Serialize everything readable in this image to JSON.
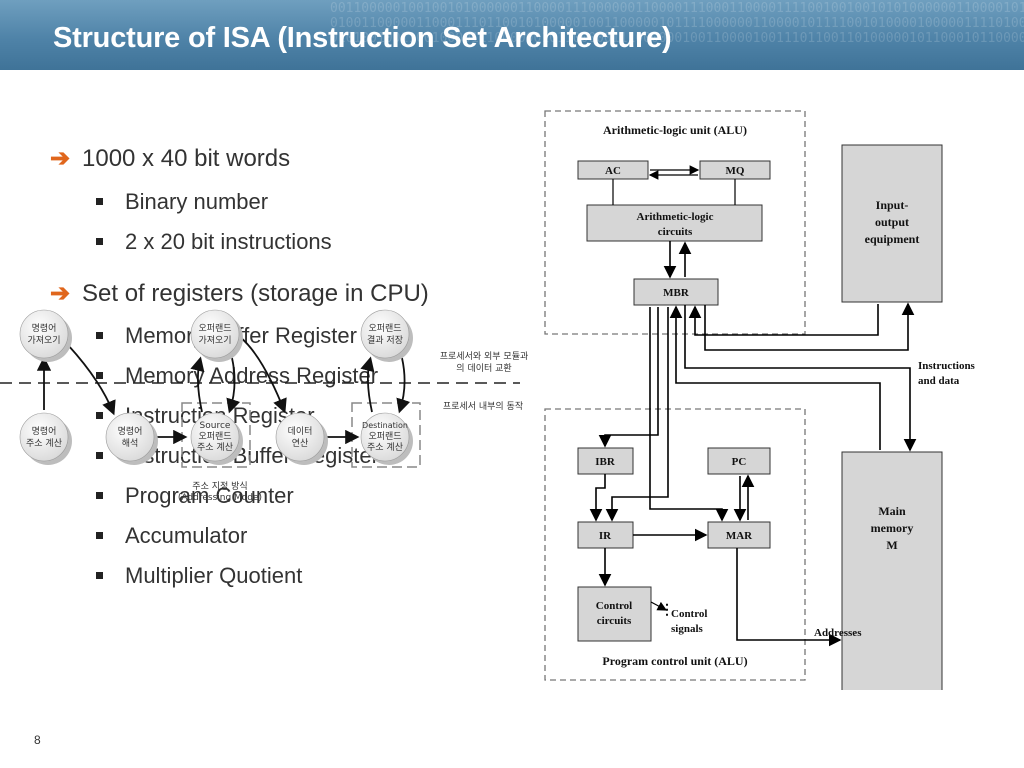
{
  "slide": {
    "title": "Structure of ISA (Instruction Set Architecture)",
    "page_number": "8",
    "binary_background": [
      "0011000001001001010000001100001110000001100001110001100001111001001001010100000011000010111001001100101001000000111001001100101011",
      "0100110000011000111011001010000010011000001011110000001100001011110010100001000001111010011000100101111100011100010010110011010110",
      "0101001001100100001110000001011000001110000001001100001001110110011010000010110001011000011000010000000110000010110000100110001100"
    ]
  },
  "bullets": [
    {
      "text": "1000 x 40 bit words",
      "sub": [
        "Binary number",
        "2 x 20 bit instructions"
      ]
    },
    {
      "text": "Set of registers (storage in CPU)",
      "sub": [
        "Memory Buffer Register",
        "Memory Address Register",
        "Instruction Register",
        "Instruction Buffer Register",
        "Program Counter",
        "Accumulator",
        "Multiplier Quotient"
      ]
    }
  ],
  "cycle_diagram": {
    "top_nodes": [
      {
        "line1": "명령어",
        "line2": "가져오기"
      },
      {
        "line1": "오퍼랜드",
        "line2": "가져오기"
      },
      {
        "line1": "오퍼랜드",
        "line2": "결과 저장"
      }
    ],
    "bottom_nodes": [
      {
        "line1": "명령어",
        "line2": "주소 계산"
      },
      {
        "line1": "명령어",
        "line2": "해석"
      },
      {
        "line1": "Source",
        "line2": "오퍼랜드",
        "line3": "주소 계산"
      },
      {
        "line1": "데이터",
        "line2": "연산"
      },
      {
        "line1": "Destination",
        "line2": "오퍼랜드",
        "line3": "주소 계산"
      }
    ],
    "external_label": {
      "line1": "프로세서와 외부 모듈과",
      "line2": "의 데이터 교환"
    },
    "internal_label": "프로세서 내부의 동작",
    "addressing_label": {
      "line1": "주소 지정 방식",
      "line2": "(Addressing Mode)"
    }
  },
  "ias_diagram": {
    "alu_title": "Arithmetic-logic unit (ALU)",
    "ac": "AC",
    "mq": "MQ",
    "alc": {
      "line1": "Arithmetic-logic",
      "line2": "circuits"
    },
    "mbr": "MBR",
    "io": {
      "line1": "Input-",
      "line2": "output",
      "line3": "equipment"
    },
    "instructions_data": {
      "line1": "Instructions",
      "line2": "and data"
    },
    "ibr": "IBR",
    "pc": "PC",
    "ir": "IR",
    "mar": "MAR",
    "control_circuits": {
      "line1": "Control",
      "line2": "circuits"
    },
    "control_signals": {
      "line1": "Control",
      "line2": "signals"
    },
    "main_memory": {
      "line1": "Main",
      "line2": "memory",
      "line3": "M"
    },
    "addresses": "Addresses",
    "pcu_title": "Program control unit (ALU)"
  }
}
